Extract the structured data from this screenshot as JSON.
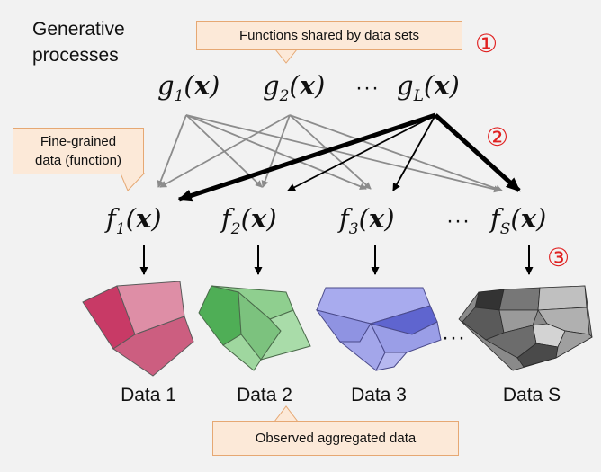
{
  "heading": {
    "line1": "Generative",
    "line2": "processes"
  },
  "callouts": {
    "shared": "Functions shared by data sets",
    "fine_line1": "Fine-grained",
    "fine_line2": "data (function)",
    "observed": "Observed aggregated data"
  },
  "g_functions": [
    {
      "base": "g",
      "sub": "1",
      "arg": "x"
    },
    {
      "base": "g",
      "sub": "2",
      "arg": "x"
    },
    {
      "base": "g",
      "sub": "L",
      "arg": "x"
    }
  ],
  "f_functions": [
    {
      "base": "f",
      "sub": "1",
      "arg": "x"
    },
    {
      "base": "f",
      "sub": "2",
      "arg": "x"
    },
    {
      "base": "f",
      "sub": "3",
      "arg": "x"
    },
    {
      "base": "f",
      "sub": "S",
      "arg": "x"
    }
  ],
  "ellipsis": "···",
  "markers": [
    "①",
    "②",
    "③"
  ],
  "data_labels": [
    "Data 1",
    "Data 2",
    "Data 3",
    "Data S"
  ],
  "colors": {
    "background": "#f2f2f2",
    "callout_fill": "#fce9d8",
    "callout_border": "#e6a873",
    "marker": "#e02020",
    "data1": "#c83a66",
    "data2": "#58b05c",
    "data3": "#6f74d6",
    "dataS": "#707070"
  }
}
